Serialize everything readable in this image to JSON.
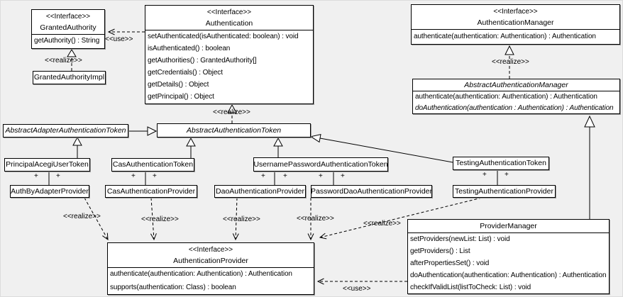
{
  "colors": {
    "background": "#f0f0f0",
    "box_fill": "#ffffff",
    "line": "#000000"
  },
  "stereo": {
    "realize": "<<realize>>",
    "use": "<<use>>",
    "plus": "+"
  },
  "classes": [
    {
      "stereotype": "<<Interface>>",
      "name": "GrantedAuthority",
      "methods": [
        "getAuthority() : String"
      ]
    },
    {
      "name": "GrantedAuthorityImpl"
    },
    {
      "stereotype": "<<Interface>>",
      "name": "Authentication",
      "methods": [
        "setAuthenticated(isAuthenticated: boolean) : void",
        "isAuthenticated() : boolean",
        "getAuthorities() : GrantedAuthority[]",
        "getCredentials() : Object",
        "getDetails() : Object",
        "getPrincipal() : Object"
      ]
    },
    {
      "stereotype": "<<Interface>>",
      "name": "AuthenticationManager",
      "methods": [
        "authenticate(authentication: Authentication) : Authentication"
      ]
    },
    {
      "name": "AbstractAuthenticationManager",
      "methods": [
        "authenticate(authentication: Authentication) : Authentication",
        "doAuthentication(authentication : Authentication) : Authentication"
      ]
    },
    {
      "name": "AbstractAdapterAuthenticationToken"
    },
    {
      "name": "AbstractAuthenticationToken"
    },
    {
      "name": "PrincipalAcegiUserToken"
    },
    {
      "name": "CasAuthenticationToken"
    },
    {
      "name": "UsernamePasswordAuthenticationToken"
    },
    {
      "name": "TestingAuthenticationToken"
    },
    {
      "name": "AuthByAdapterProvider"
    },
    {
      "name": "CasAuthenticationProvider"
    },
    {
      "name": "DaoAuthenticationProvider"
    },
    {
      "name": "PasswordDaoAuthenticationProvider"
    },
    {
      "name": "TestingAuthenticationProvider"
    },
    {
      "stereotype": "<<Interface>>",
      "name": "AuthenticationProvider",
      "methods": [
        "authenticate(authentication: Authentication) : Authentication",
        "supports(authentication: Class) : boolean"
      ]
    },
    {
      "name": "ProviderManager",
      "methods": [
        "setProviders(newList: List) : void",
        "getProviders() : List",
        "afterPropertiesSet() : void",
        "doAuthentication(authentication: Authentication) : Authentication",
        "checkIfValidList(listToCheck: List) : void"
      ]
    }
  ]
}
